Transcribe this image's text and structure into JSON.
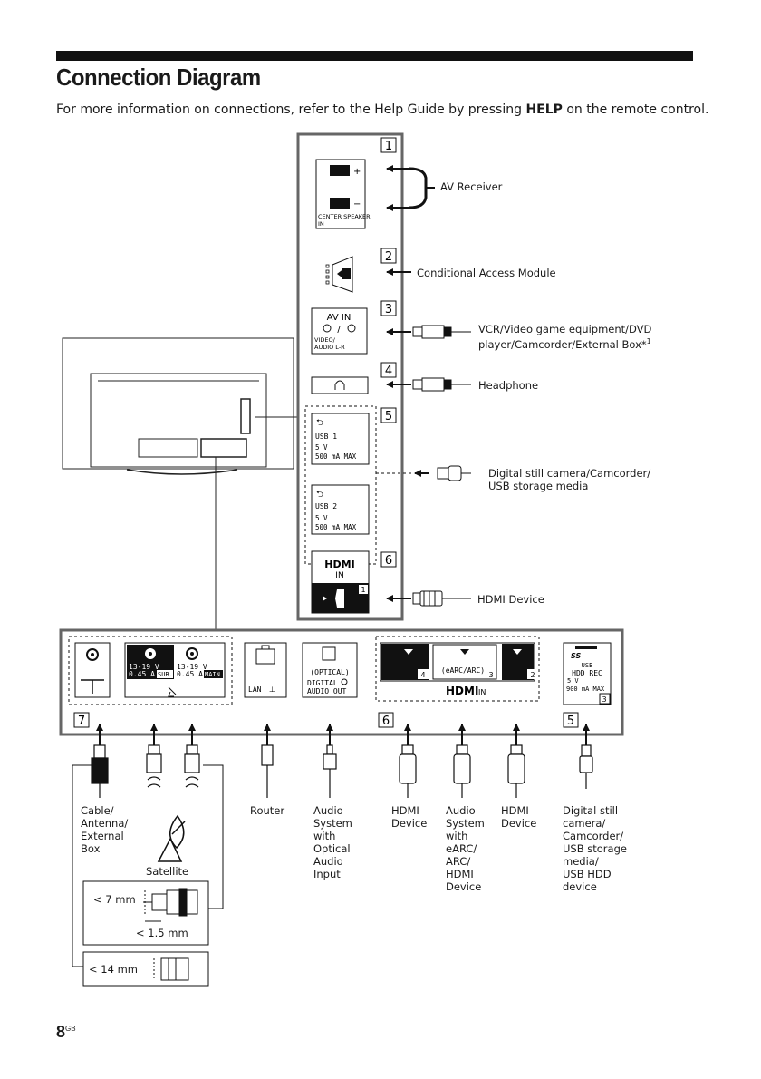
{
  "page": {
    "title": "Connection Diagram",
    "intro_before": "For more information on connections, refer to the Help Guide by pressing ",
    "intro_bold": "HELP",
    "intro_after": " on the remote control.",
    "page_number": "8",
    "page_suffix": "GB"
  },
  "side_panel": {
    "badges": [
      "1",
      "2",
      "3",
      "4",
      "5",
      "6"
    ],
    "center_speaker_plus": "+",
    "center_speaker_minus": "−",
    "center_speaker_label": "CENTER SPEAKER",
    "center_speaker_in": "IN",
    "av_in_title": "AV IN",
    "av_in_slash": "/",
    "av_in_video": "VIDEO/",
    "av_in_audio": "AUDIO L-R",
    "usb1": "USB 1",
    "usb1_v": "5 V",
    "usb1_ma": "500 mA MAX",
    "usb2": "USB 2",
    "usb2_v": "5 V",
    "usb2_ma": "500 mA MAX",
    "hdmi_logo": "HDMI",
    "hdmi_in": "IN",
    "hdmi_port": "1"
  },
  "side_labels": {
    "av_receiver": "AV Receiver",
    "cam": "Conditional Access Module",
    "vcr_line1": "VCR/Video game equipment/DVD",
    "vcr_line2": "player/Camcorder/External Box*",
    "vcr_sup": "1",
    "headphone": "Headphone",
    "usb_devices_line1": "Digital still camera/Camcorder/",
    "usb_devices_line2": "USB storage media",
    "hdmi_device": "HDMI Device"
  },
  "bottom_panel": {
    "badges": [
      "7",
      "6",
      "5"
    ],
    "sat_sub_v": "13-19 V",
    "sat_sub_a": "0.45 A",
    "sat_sub": "SUB.",
    "sat_main_v": "13-19 V",
    "sat_main_a": "0.45 A",
    "sat_main": "MAIN",
    "lan": "LAN",
    "optical": "(OPTICAL)",
    "digital_audio_out_1": "DIGITAL",
    "digital_audio_out_2": "AUDIO OUT",
    "hdmi4": "4",
    "earc": "(eARC/ARC)",
    "hdmi3": "3",
    "hdmi2": "2",
    "hdmi_logo": "HDMI",
    "hdmi_in": "IN",
    "usb3_ss": "SS",
    "usb3_usb": "USB",
    "usb3_hdd": "HDD REC",
    "usb3_v": "5 V",
    "usb3_ma": "900 mA MAX",
    "usb3_port": "3"
  },
  "bottom_labels": {
    "cable": [
      "Cable/",
      "Antenna/",
      "External",
      "Box"
    ],
    "satellite": "Satellite",
    "router": "Router",
    "audio_optical": [
      "Audio",
      "System",
      "with",
      "Optical",
      "Audio",
      "Input"
    ],
    "hdmi_device_a": [
      "HDMI",
      "Device"
    ],
    "audio_earc": [
      "Audio",
      "System",
      "with",
      "eARC/",
      "ARC/",
      "HDMI",
      "Device"
    ],
    "hdmi_device_b": [
      "HDMI",
      "Device"
    ],
    "usb_bottom": [
      "Digital still",
      "camera/",
      "Camcorder/",
      "USB storage",
      "media/",
      "USB HDD",
      "device"
    ]
  },
  "connector_notes": {
    "lt7": "< 7 mm",
    "lt15": "< 1.5 mm",
    "lt14": "< 14 mm"
  }
}
